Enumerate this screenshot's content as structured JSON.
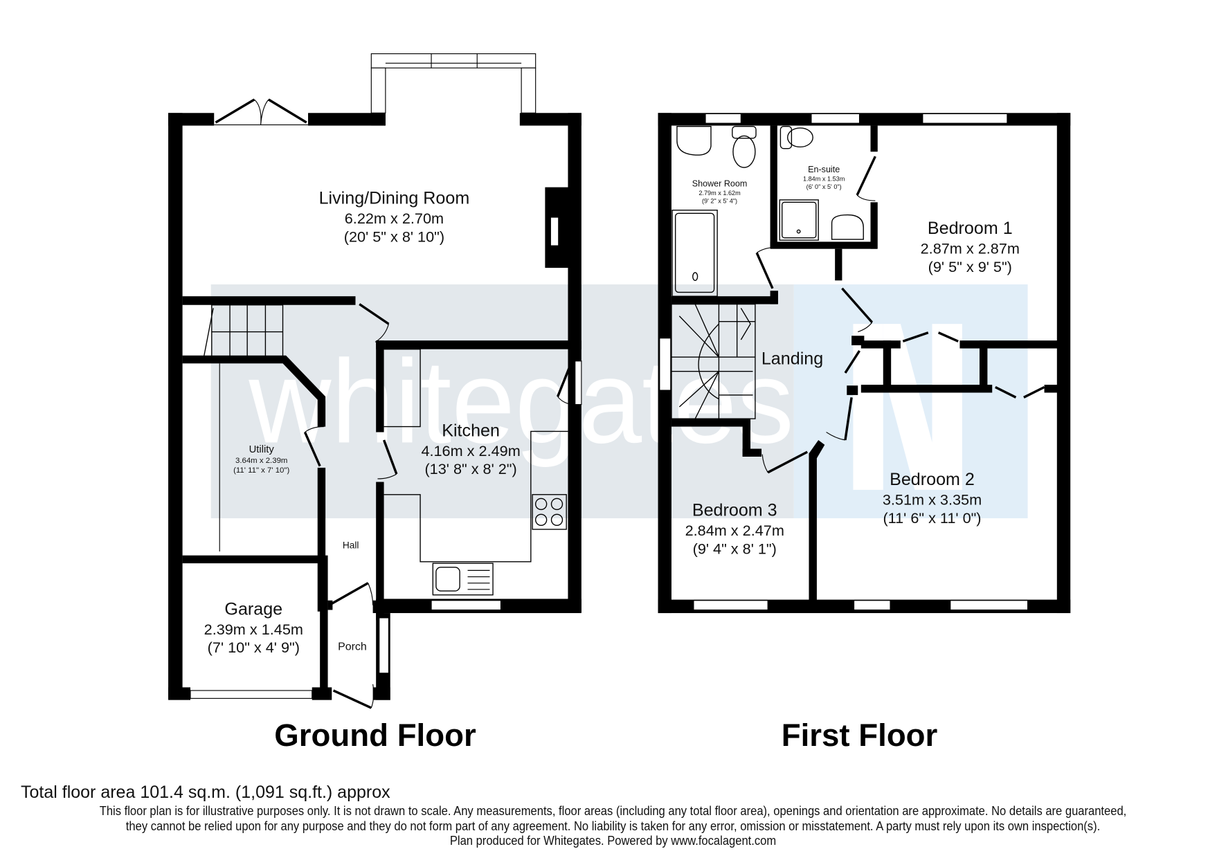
{
  "brand": {
    "watermark": "whitegates",
    "watermark_color": "#d8dfe4",
    "panel_color_left": "#e3e8ec",
    "panel_color_right": "#e1eef8"
  },
  "ground_floor": {
    "title": "Ground Floor",
    "rooms": [
      {
        "name": "Living/Dining Room",
        "metric": "6.22m x 2.70m",
        "imperial": "(20' 5\" x 8' 10\")"
      },
      {
        "name": "Kitchen",
        "metric": "4.16m x 2.49m",
        "imperial": "(13' 8\" x 8' 2\")"
      },
      {
        "name": "Utility",
        "metric": "3.64m x 2.39m",
        "imperial": "(11' 11\" x 7' 10\")"
      },
      {
        "name": "Garage",
        "metric": "2.39m x 1.45m",
        "imperial": "(7' 10\" x 4' 9\")"
      },
      {
        "name": "Hall"
      },
      {
        "name": "Porch"
      }
    ]
  },
  "first_floor": {
    "title": "First Floor",
    "rooms": [
      {
        "name": "Shower Room",
        "metric": "2.79m x 1.62m",
        "imperial": "(9' 2\" x 5' 4\")"
      },
      {
        "name": "En-suite",
        "metric": "1.84m x 1.53m",
        "imperial": "(6' 0\" x 5' 0\")"
      },
      {
        "name": "Bedroom 1",
        "metric": "2.87m x 2.87m",
        "imperial": "(9' 5\" x 9' 5\")"
      },
      {
        "name": "Landing"
      },
      {
        "name": "Bedroom 2",
        "metric": "3.51m x 3.35m",
        "imperial": "(11' 6\" x 11' 0\")"
      },
      {
        "name": "Bedroom 3",
        "metric": "2.84m x 2.47m",
        "imperial": "(9' 4\" x 8' 1\")"
      }
    ]
  },
  "footer": {
    "total_area": "Total floor area 101.4 sq.m. (1,091 sq.ft.) approx",
    "disclaimer_lines": [
      "This floor plan is for illustrative purposes only. It is not drawn to scale. Any measurements, floor areas (including any total floor area), openings and orientation are approximate. No details are guaranteed,",
      "they cannot be relied upon for any purpose and they do not form part of any agreement. No liability is taken for any error, omission or misstatement. A party must rely upon its own inspection(s).",
      "Plan produced for Whitegates. Powered by www.focalagent.com"
    ]
  }
}
